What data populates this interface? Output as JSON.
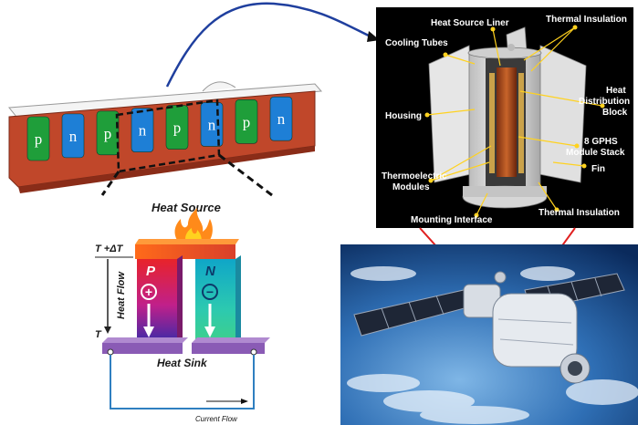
{
  "module_strip": {
    "legs": [
      "p",
      "n",
      "p",
      "n",
      "p",
      "n",
      "p",
      "n"
    ]
  },
  "thermocouple": {
    "heat_source": "Heat Source",
    "hot_temp": "T +ΔT",
    "heat_flow": "Heat Flow",
    "cold_temp": "T",
    "p_label": "P",
    "n_label": "N",
    "p_sign": "+",
    "n_sign": "−",
    "heat_sink": "Heat Sink",
    "current_flow": "Current Flow"
  },
  "rtg_cutaway": {
    "callouts": {
      "heat_source_liner": "Heat Source Liner",
      "thermal_insulation_top": "Thermal Insulation",
      "cooling_tubes": "Cooling Tubes",
      "heat_distribution_block_1": "Heat",
      "heat_distribution_block_2": "Distribution",
      "heat_distribution_block_3": "Block",
      "housing": "Housing",
      "gphs_stack_1": "8 GPHS",
      "gphs_stack_2": "Module Stack",
      "fin": "Fin",
      "thermoelectric_modules_1": "Thermoelectric",
      "thermoelectric_modules_2": "Modules",
      "mounting_interface": "Mounting Interface",
      "thermal_insulation_bottom": "Thermal Insulation"
    }
  },
  "colors": {
    "p_leg": "#1f9e3a",
    "n_leg": "#1e7fd6",
    "ceramic": "#c0472a",
    "callout": "#ffd21f",
    "link_curve": "#1f3f9e",
    "red_line": "#e02020",
    "current_wire": "#2f7fc0"
  }
}
